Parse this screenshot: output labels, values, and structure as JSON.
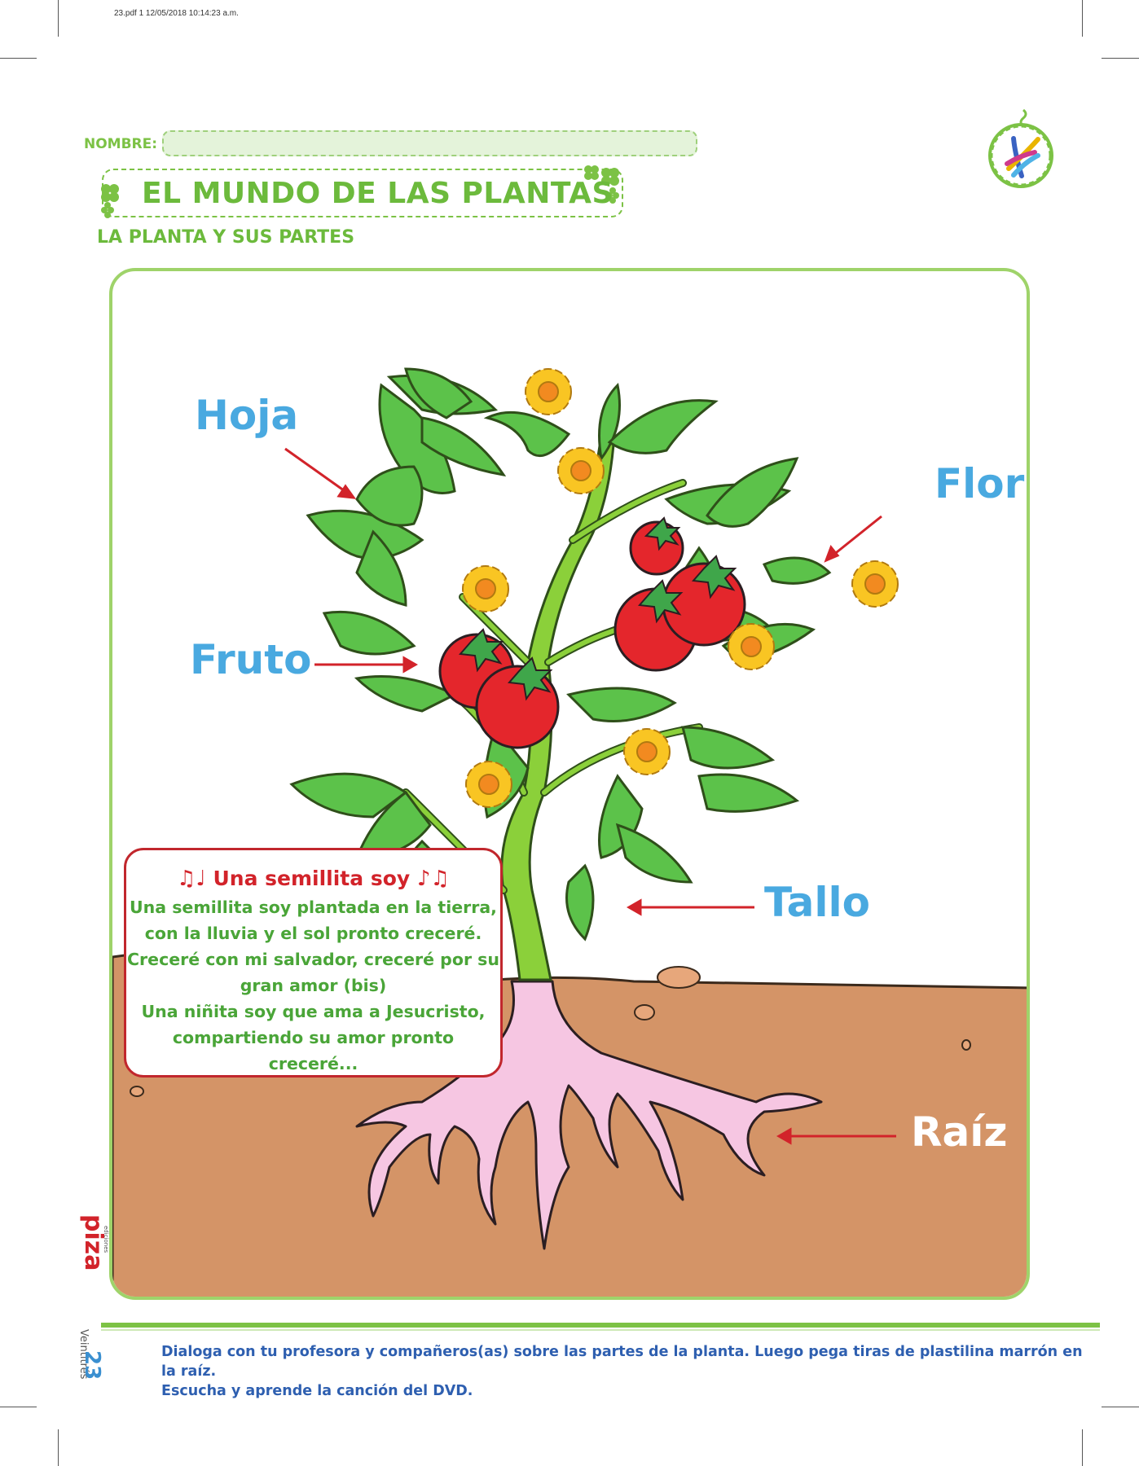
{
  "header": {
    "file_meta": "23.pdf   1   12/05/2018   10:14:23 a.m.",
    "nombre_label": "NOMBRE:",
    "title": "EL MUNDO DE LAS PLANTAS",
    "subtitle": "LA PLANTA Y SUS PARTES"
  },
  "labels": {
    "hoja": "Hoja",
    "flor": "Flor",
    "fruto": "Fruto",
    "tallo": "Tallo",
    "raiz": "Raíz"
  },
  "song": {
    "title": "Una semillita soy",
    "lines": [
      "Una semillita soy plantada en la tierra,",
      "con la lluvia y el sol pronto creceré.",
      "Creceré con mi salvador, creceré por su",
      "gran amor (bis)",
      "Una niñita soy que ama a Jesucristo,",
      "compartiendo su amor pronto creceré..."
    ]
  },
  "footer": {
    "page_number": "23",
    "page_word": "Veintitrés",
    "instructions": [
      "Dialoga con tu profesora y compañeros(as) sobre las partes de la planta. Luego pega tiras de plastilina marrón en la raíz.",
      "Escucha y aprende la canción del DVD."
    ],
    "brand": "piza",
    "brand_small": "ediciones"
  },
  "colors": {
    "green": "#6cba3c",
    "blue_label": "#49a9e0",
    "soil": "#d49467",
    "root": "#f6c6e2",
    "leaf": "#5cc24a",
    "tomato": "#e4262c",
    "flower": "#f9c523"
  }
}
